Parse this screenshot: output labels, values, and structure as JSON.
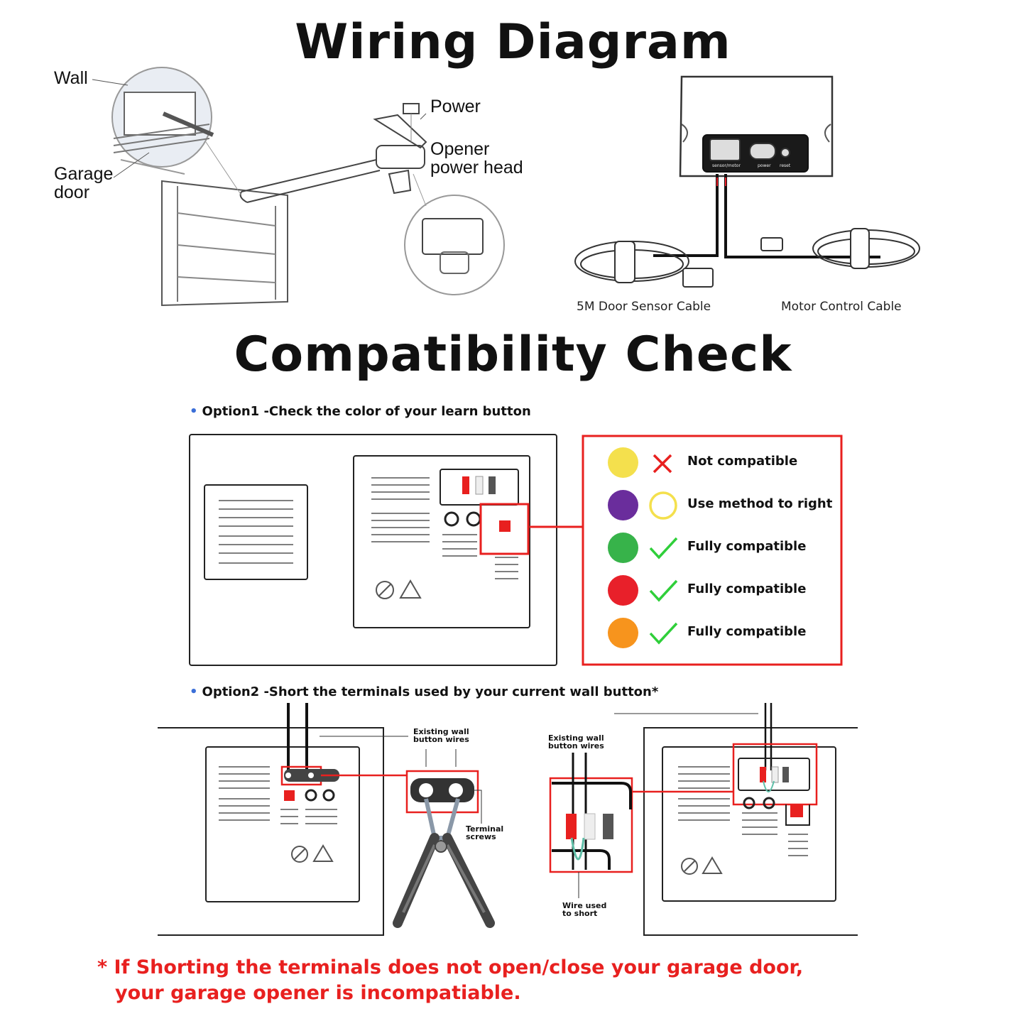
{
  "titles": {
    "wiring": "Wiring Diagram",
    "compat": "Compatibility Check"
  },
  "wiring_labels": {
    "wall": "Wall",
    "garage_door_1": "Garage",
    "garage_door_2": "door",
    "power": "Power",
    "opener_1": "Opener",
    "opener_2": "power head",
    "sensor_cable": "5M Door Sensor Cable",
    "motor_cable": "Motor Control Cable",
    "device_port_1": "sensor/motor",
    "device_port_2": "power",
    "device_port_3": "reset"
  },
  "options": {
    "option1": "Option1 -Check the color of your learn button",
    "option2": "Option2 -Short the terminals used by your current wall button*"
  },
  "legend": [
    {
      "color": "#f4e04d",
      "mark": "cross",
      "text": "Not compatible"
    },
    {
      "color": "#6a2d9c",
      "mark": "circle",
      "text": "Use method to right"
    },
    {
      "color": "#37b34a",
      "mark": "check",
      "text": "Fully compatible"
    },
    {
      "color": "#e8202a",
      "mark": "check",
      "text": "Fully compatible"
    },
    {
      "color": "#f7941d",
      "mark": "check",
      "text": "Fully compatible"
    }
  ],
  "option2_labels": {
    "existing_1a": "Existing wall",
    "existing_1b": "button wires",
    "terminal_1": "Terminal",
    "terminal_2": "screws",
    "existing_2a": "Existing wall",
    "existing_2b": "button wires",
    "wire_short_1": "Wire used",
    "wire_short_2": "to short"
  },
  "footnote": {
    "line1": "* If Shorting the terminals does not open/close your garage door,",
    "line2": "your garage opener is incompatiable."
  },
  "colors": {
    "accent_red": "#e8201f",
    "check_green": "#2fcf3a",
    "bullet_blue": "#3b6fd8"
  }
}
